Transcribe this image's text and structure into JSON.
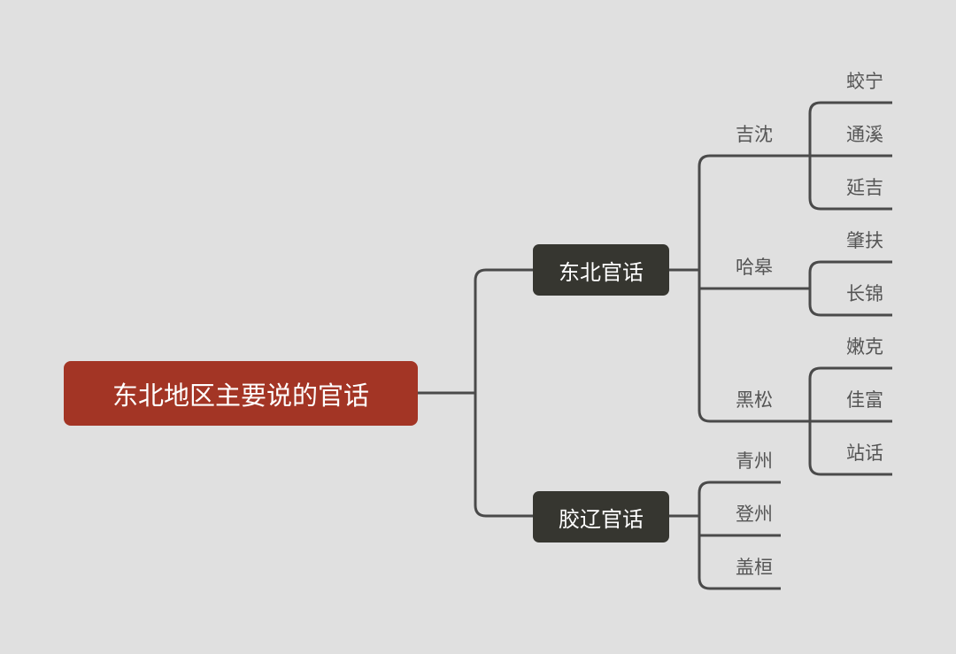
{
  "root": {
    "label": "东北地区主要说的官话",
    "color": "#a33525"
  },
  "branches": [
    {
      "label": "东北官话",
      "children": [
        {
          "label": "吉沈",
          "children": [
            "蛟宁",
            "通溪",
            "延吉"
          ]
        },
        {
          "label": "哈皋",
          "children": [
            "肇扶",
            "长锦"
          ]
        },
        {
          "label": "黑松",
          "children": [
            "嫩克",
            "佳富",
            "站话"
          ]
        }
      ]
    },
    {
      "label": "胶辽官话",
      "children": [
        {
          "label": "青州"
        },
        {
          "label": "登州"
        },
        {
          "label": "盖桓"
        }
      ]
    }
  ]
}
